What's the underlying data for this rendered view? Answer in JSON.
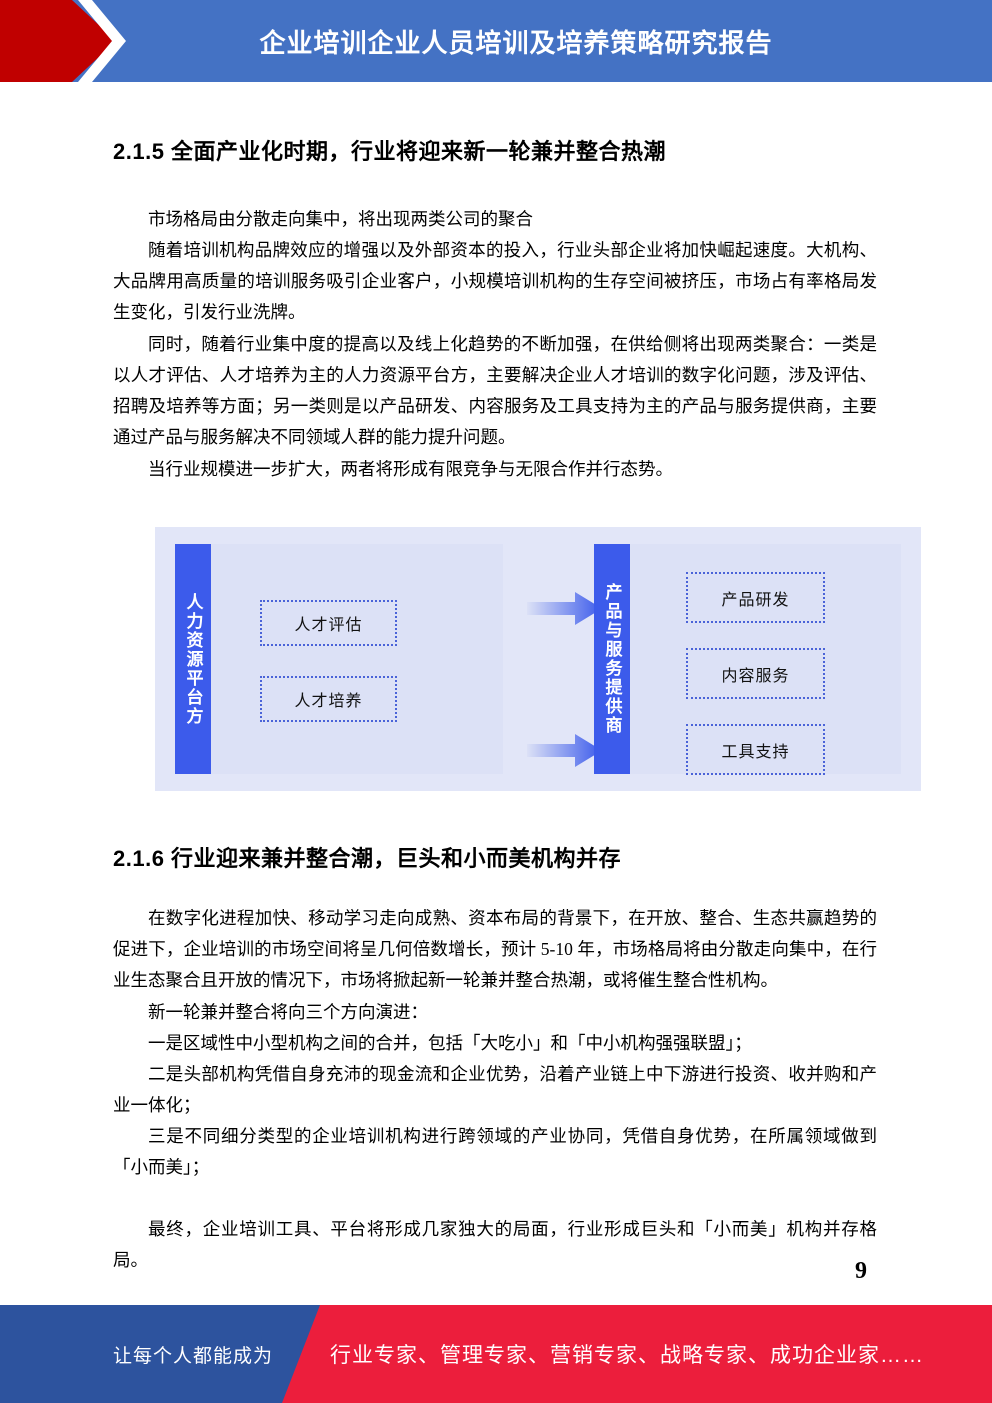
{
  "header": {
    "title": "企业培训企业人员培训及培养策略研究报告",
    "blue_color": "#4472c4",
    "red_color": "#c00000"
  },
  "sections": {
    "heading_215": "2.1.5  全面产业化时期，行业将迎来新一轮兼并整合热潮",
    "heading_216": "2.1.6  行业迎来兼并整合潮，巨头和小而美机构并存"
  },
  "paragraphs": {
    "p1": "市场格局由分散走向集中，将出现两类公司的聚合",
    "p2": "随着培训机构品牌效应的增强以及外部资本的投入，行业头部企业将加快崛起速度。大机构、大品牌用高质量的培训服务吸引企业客户，小规模培训机构的生存空间被挤压，市场占有率格局发生变化，引发行业洗牌。",
    "p3": "同时，随着行业集中度的提高以及线上化趋势的不断加强，在供给侧将出现两类聚合：一类是以人才评估、人才培养为主的人力资源平台方，主要解决企业人才培训的数字化问题，涉及评估、招聘及培养等方面；另一类则是以产品研发、内容服务及工具支持为主的产品与服务提供商，主要通过产品与服务解决不同领域人群的能力提升问题。",
    "p4": "当行业规模进一步扩大，两者将形成有限竞争与无限合作并行态势。",
    "p5": "在数字化进程加快、移动学习走向成熟、资本布局的背景下，在开放、整合、生态共赢趋势的促进下，企业培训的市场空间将呈几何倍数增长，预计 5-10 年，市场格局将由分散走向集中，在行业生态聚合且开放的情况下，市场将掀起新一轮兼并整合热潮，或将催生整合性机构。",
    "p6": "新一轮兼并整合将向三个方向演进：",
    "p7": "一是区域性中小型机构之间的合并，包括「大吃小」和「中小机构强强联盟」；",
    "p8": "二是头部机构凭借自身充沛的现金流和企业优势，沿着产业链上中下游进行投资、收并购和产业一体化；",
    "p9": "三是不同细分类型的企业培训机构进行跨领域的产业协同，凭借自身优势，在所属领域做到「小而美」；",
    "p10": "最终，企业培训工具、平台将形成几家独大的局面，行业形成巨头和「小而美」机构并存格局。"
  },
  "diagram": {
    "left_pillar_label": "人力资源平台方",
    "right_pillar_label": "产品与服务提供商",
    "left_items": [
      "人才评估",
      "人才培养"
    ],
    "right_items": [
      "产品研发",
      "内容服务",
      "工具支持"
    ],
    "arrow_count": 2,
    "colors": {
      "pillar": "#3c5beb",
      "panel": "#dce1f6",
      "canvas": "#e2e6f8",
      "box_border": "#4a63d8"
    }
  },
  "page_number": "9",
  "footer": {
    "left_text": "让每个人都能成为",
    "right_text": "行业专家、管理专家、营销专家、战略专家、成功企业家……",
    "blue_color": "#2d539e",
    "red_color": "#ec1e3c"
  }
}
